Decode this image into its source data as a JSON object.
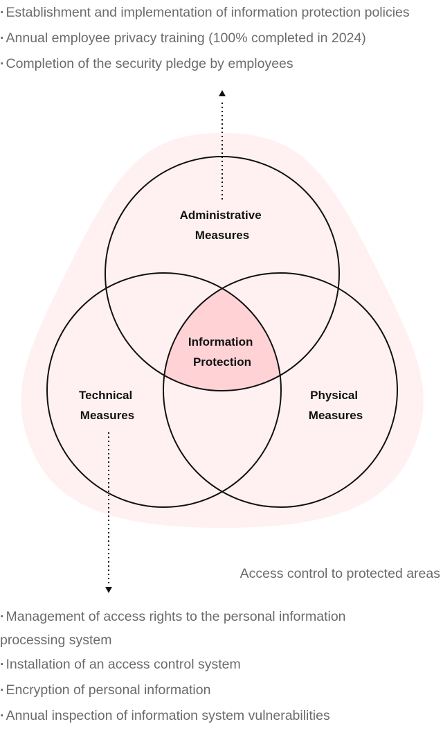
{
  "administrative": {
    "items": [
      "Establishment and implementation of information protection policies",
      "Annual employee privacy training (100% completed in 2024)",
      "Completion of the security pledge by employees"
    ]
  },
  "diagram": {
    "administrative": {
      "line1": "Administrative",
      "line2": "Measures"
    },
    "technical": {
      "line1": "Technical",
      "line2": "Measures"
    },
    "physical": {
      "line1": "Physical",
      "line2": "Measures"
    },
    "center": {
      "line1": "Information",
      "line2": "Protection"
    },
    "colors": {
      "halo": "#fff1f1",
      "center_fill": "#ffd3d6",
      "stroke": "#111111",
      "text_gray": "#6b6b6b"
    }
  },
  "physical": {
    "note": "Access control to protected areas"
  },
  "technical": {
    "items": [
      "Management of access rights to the personal information processing system",
      "Installation of an access control system",
      "Encryption of personal information",
      "Annual inspection of information system vulnerabilities"
    ]
  }
}
